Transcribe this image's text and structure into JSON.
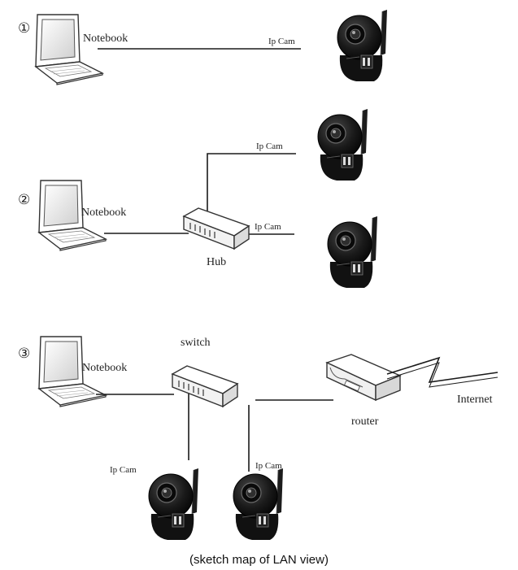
{
  "scenario_1": {
    "number": "①",
    "notebook": "Notebook",
    "cam": "Ip Cam"
  },
  "scenario_2": {
    "number": "②",
    "notebook": "Notebook",
    "hub": "Hub",
    "cam_top": "Ip Cam",
    "cam_bottom": "Ip Cam"
  },
  "scenario_3": {
    "number": "③",
    "notebook": "Notebook",
    "switch": "switch",
    "router": "router",
    "internet": "Internet",
    "cam_left": "Ip Cam",
    "cam_right": "Ip Cam"
  },
  "caption": "(sketch map of LAN view)",
  "icons": {
    "notebook": "laptop-icon",
    "camera": "ip-camera-icon",
    "hub": "hub-icon",
    "switch": "switch-icon",
    "router": "router-icon",
    "internet": "lightning-link-icon"
  },
  "colors": {
    "line": "#1a1a1a",
    "camera_body": "#151515"
  }
}
